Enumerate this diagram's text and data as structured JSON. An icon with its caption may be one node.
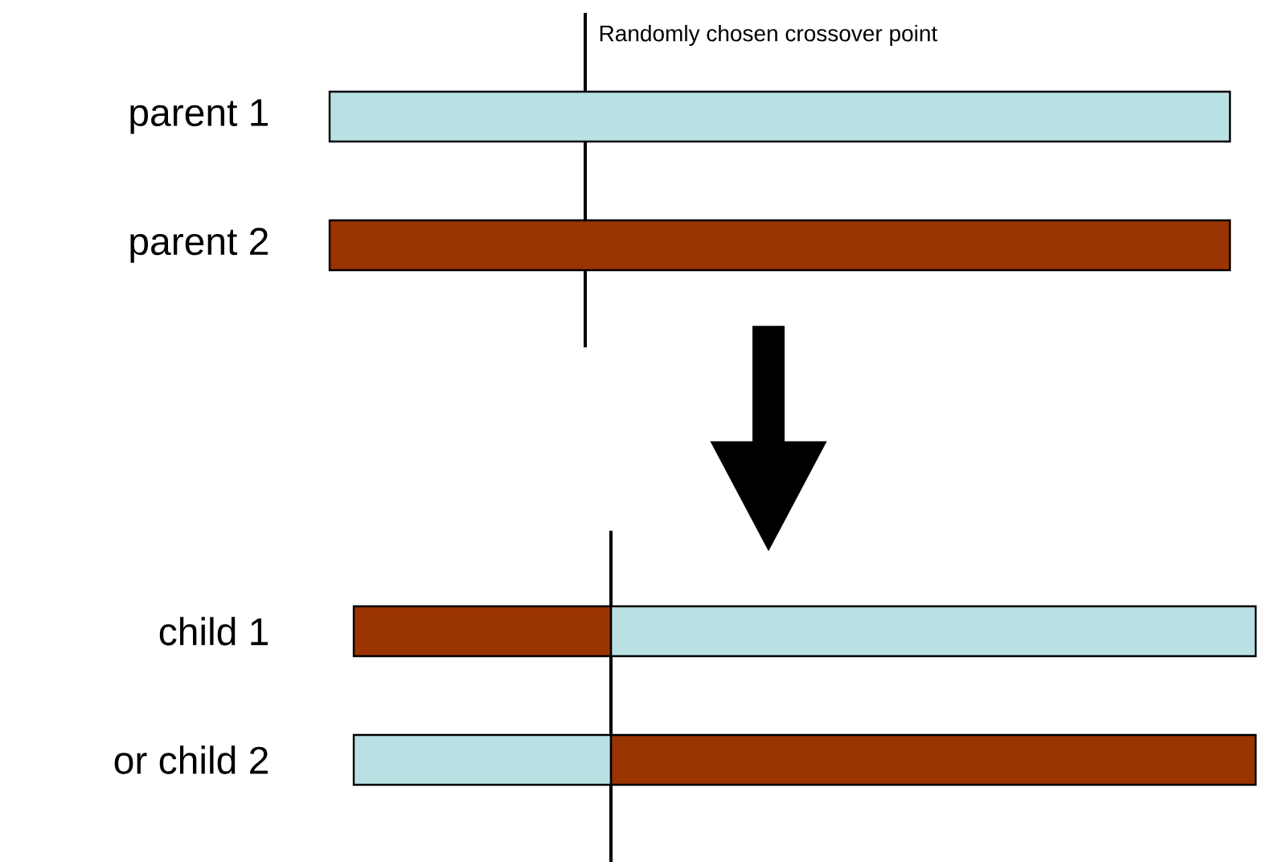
{
  "diagram": {
    "nodes": [
      {
        "text": [],
        "shape": "bar",
        "beside": [
          "parent 1"
        ]
      },
      {
        "text": [],
        "shape": "bar",
        "beside": [
          "parent 2"
        ]
      },
      {
        "text": [],
        "shape": "bar",
        "beside": [
          "child 1"
        ]
      },
      {
        "text": [],
        "shape": "bar",
        "beside": [
          "or child 2"
        ]
      }
    ],
    "edges": [
      {
        "from": 1,
        "to": 2,
        "arrow": "to"
      }
    ],
    "labels": [
      "Randomly chosen crossover point"
    ]
  }
}
